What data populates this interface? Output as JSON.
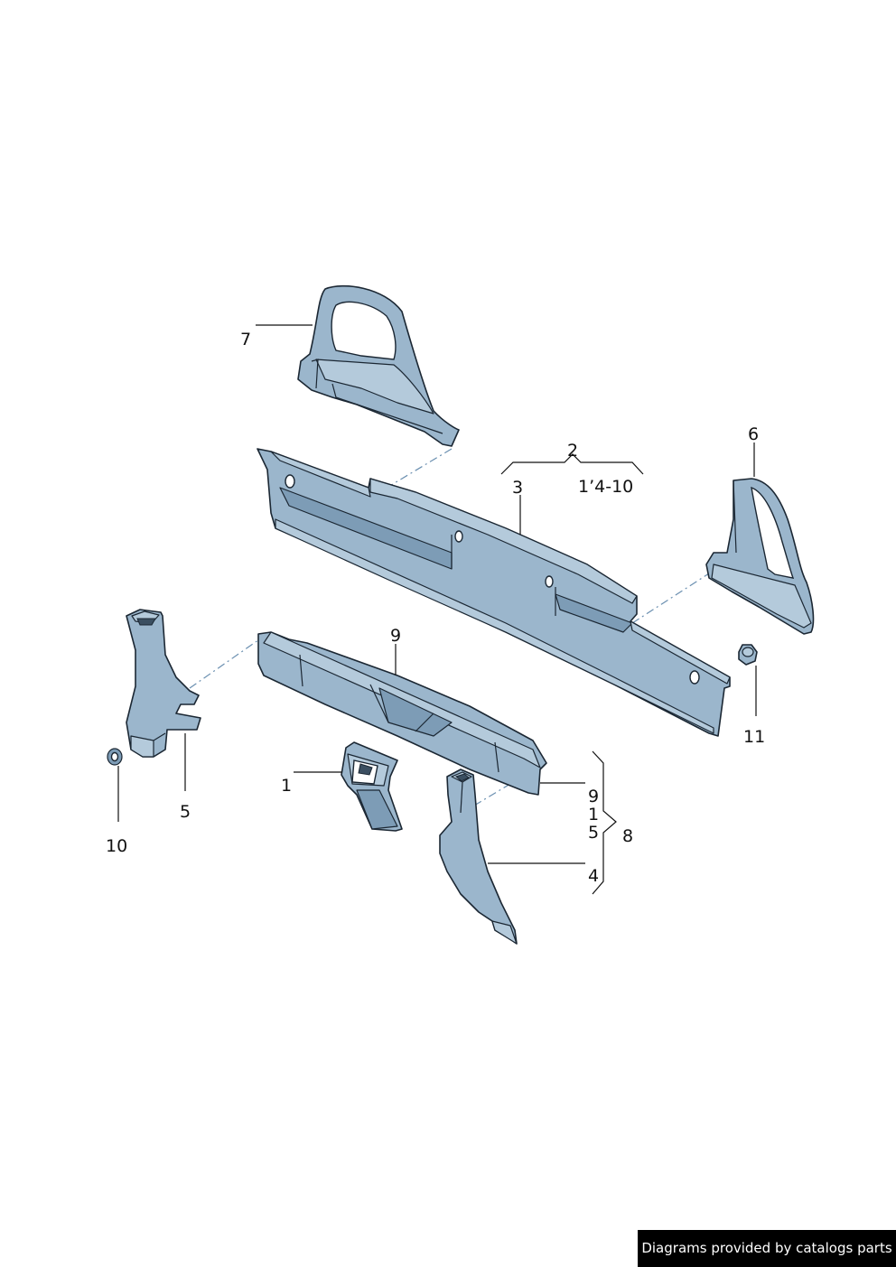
{
  "callouts": {
    "c1": "1",
    "c2": "2",
    "c2_sub": "1’4-10",
    "c3": "3",
    "c4": "4",
    "c5": "5",
    "c6": "6",
    "c7": "7",
    "c8": "8",
    "c9": "9",
    "c10": "10",
    "c11": "11",
    "group8_item1": "9",
    "group8_item2": "1",
    "group8_item3": "5",
    "group8_item4": "4"
  },
  "footer": {
    "credit": "Diagrams provided by catalogs parts"
  },
  "colors": {
    "part_fill": "#9bb6cc",
    "part_outline": "#1b2733",
    "axis_line": "#6a8fb0",
    "credit_background": "#000000",
    "credit_text": "#ffffff"
  }
}
